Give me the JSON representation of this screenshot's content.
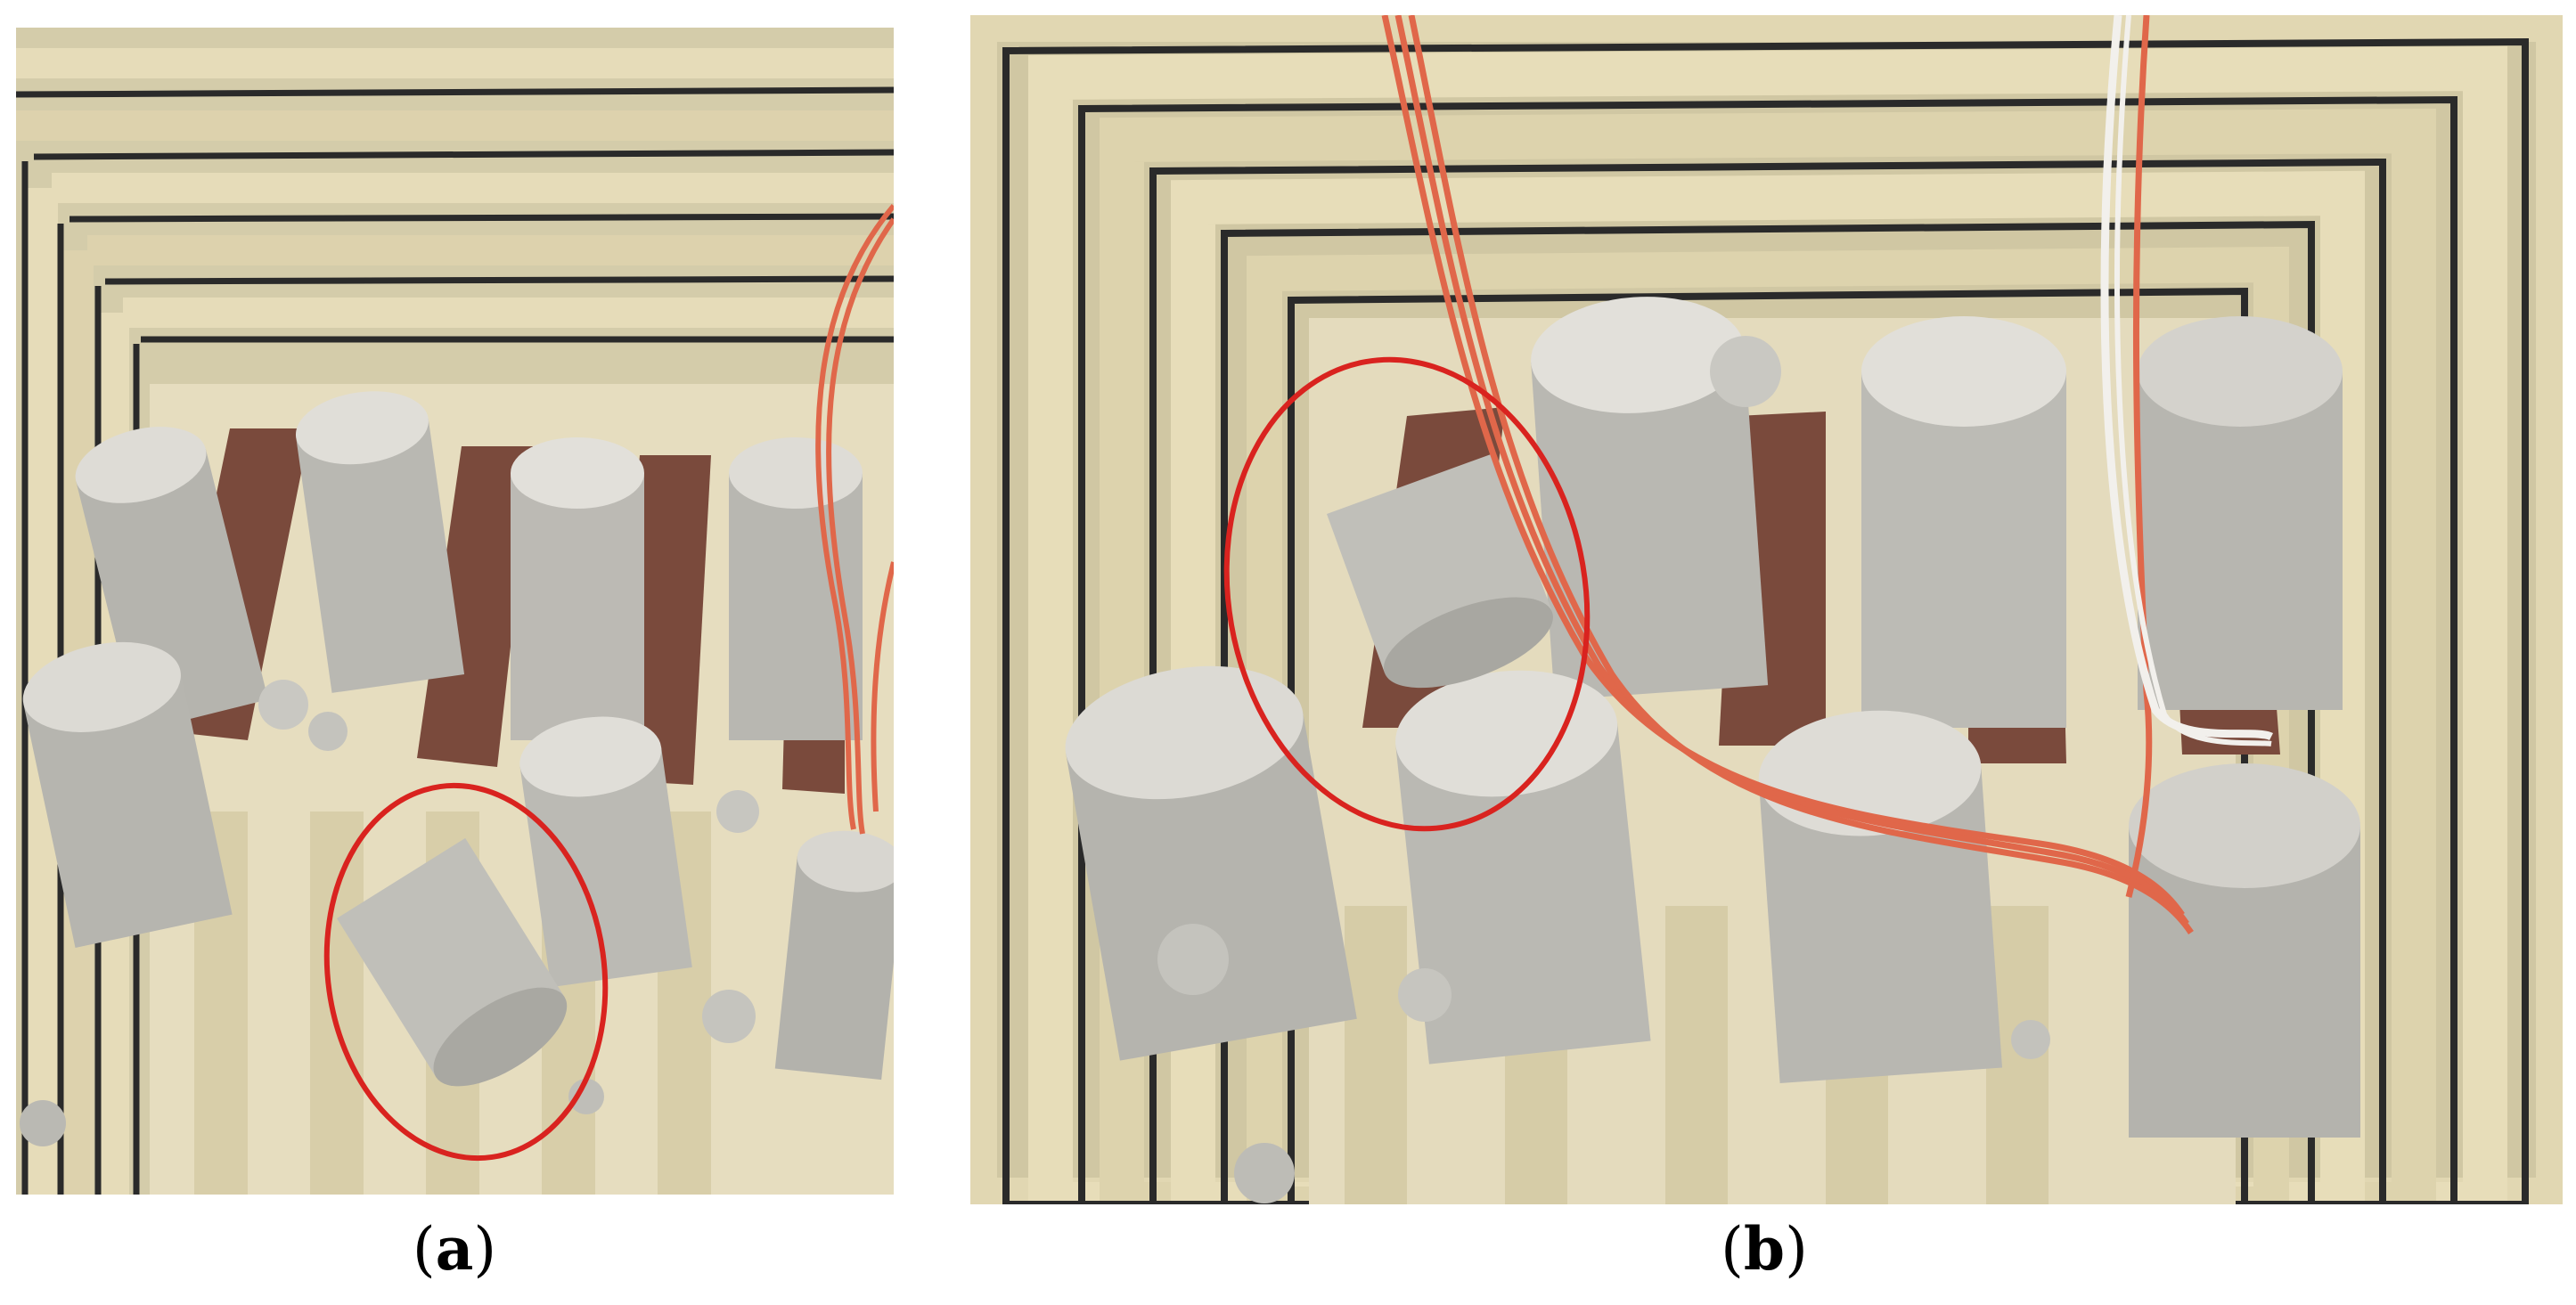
{
  "panels": [
    {
      "id": "a",
      "label": "a",
      "highlight_color": "#d9231f",
      "content": "fallen-specimen-in-furnace"
    },
    {
      "id": "b",
      "label": "b",
      "highlight_color": "#d9231f",
      "content": "fallen-specimen-in-furnace-with-thermocouples"
    }
  ],
  "colors": {
    "furnace_brick": "#e3d9b4",
    "heating_coil": "#2a2a2a",
    "support_brick": "#7a4a3c",
    "concrete": "#bdbcb6",
    "wire_orange": "#e0674a",
    "wire_white": "#f2f0ec"
  }
}
